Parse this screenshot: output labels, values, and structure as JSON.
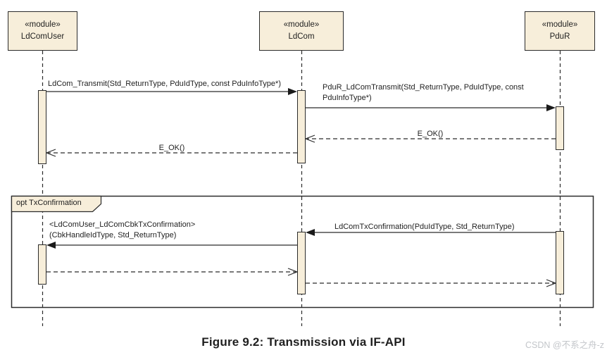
{
  "diagram": {
    "type": "uml-sequence-diagram",
    "participants": [
      {
        "stereotype": "«module»",
        "name": "LdComUser"
      },
      {
        "stereotype": "«module»",
        "name": "LdCom"
      },
      {
        "stereotype": "«module»",
        "name": "PduR"
      }
    ],
    "fragment": {
      "operator_label": "opt TxConfirmation"
    },
    "messages": [
      {
        "from": "LdComUser",
        "to": "LdCom",
        "type": "call",
        "label": "LdCom_Transmit(Std_ReturnType, PduIdType, const PduInfoType*)"
      },
      {
        "from": "LdCom",
        "to": "PduR",
        "type": "call",
        "label": "PduR_LdComTransmit(Std_ReturnType, PduIdType, const PduInfoType*)",
        "label_lines": [
          "PduR_LdComTransmit(Std_ReturnType, PduIdType, const",
          "PduInfoType*)"
        ]
      },
      {
        "from": "PduR",
        "to": "LdCom",
        "type": "return",
        "label": "E_OK()"
      },
      {
        "from": "LdCom",
        "to": "LdComUser",
        "type": "return",
        "label": "E_OK()"
      },
      {
        "from": "PduR",
        "to": "LdCom",
        "type": "call",
        "label": "LdComTxConfirmation(PduIdType, Std_ReturnType)"
      },
      {
        "from": "LdCom",
        "to": "LdComUser",
        "type": "call",
        "label": "<LdComUser_LdComCbkTxConfirmation> (CbkHandleIdType, Std_ReturnType)",
        "label_lines": [
          "<LdComUser_LdComCbkTxConfirmation>",
          "(CbkHandleIdType, Std_ReturnType)"
        ]
      },
      {
        "from": "LdComUser",
        "to": "LdCom",
        "type": "return",
        "label": ""
      },
      {
        "from": "LdCom",
        "to": "PduR",
        "type": "return",
        "label": ""
      }
    ],
    "caption": "Figure 9.2: Transmission via IF-API",
    "watermark": "CSDN @不系之舟-z",
    "colors": {
      "box_fill": "#f7eeda",
      "line": "#2b2b2b",
      "text": "#1f1f1f",
      "watermark": "#c3c6ca",
      "background": "#ffffff"
    }
  }
}
